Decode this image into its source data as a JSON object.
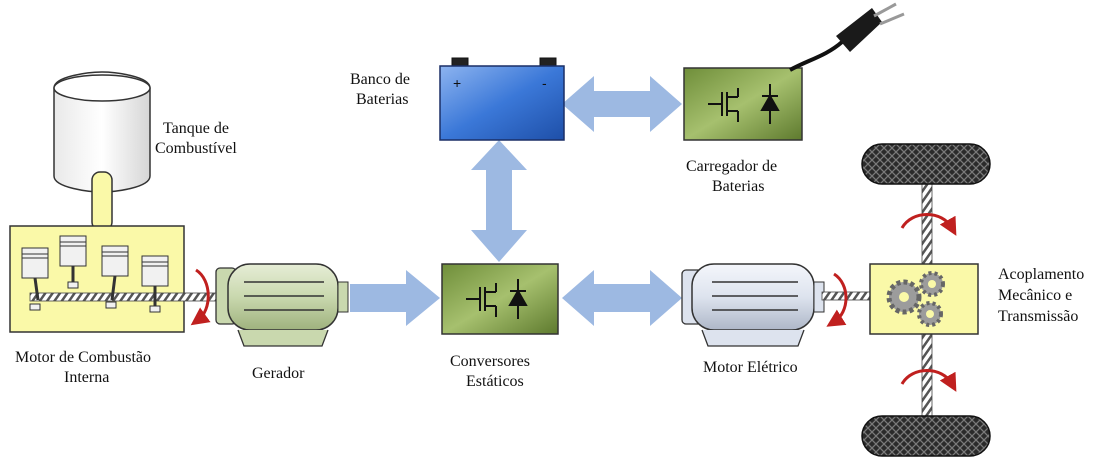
{
  "labels": {
    "tank": [
      "Tanque de",
      "Combustível"
    ],
    "ice": [
      "Motor de Combustão",
      "Interna"
    ],
    "generator": "Gerador",
    "battery": [
      "Banco de",
      "Baterias"
    ],
    "charger": [
      "Carregador de",
      "Baterias"
    ],
    "converters": [
      "Conversores",
      "Estáticos"
    ],
    "emotor": "Motor Elétrico",
    "coupling": [
      "Acoplamento",
      "Mecânico e",
      "Transmissão"
    ]
  },
  "battery_terminals": {
    "positive": "+",
    "negative": "-"
  },
  "icons": {
    "fuel_tank": "fuel-tank-icon",
    "ice": "combustion-engine-icon",
    "generator": "generator-icon",
    "battery": "battery-icon",
    "charger": "power-electronics-icon",
    "plug": "power-plug-icon",
    "converter": "power-electronics-icon",
    "emotor": "electric-motor-icon",
    "gears": "gears-icon",
    "wheel": "wheel-icon",
    "rotation": "rotation-arrow-icon"
  },
  "colors": {
    "arrow_blue": "#9DB9E2",
    "engine_yellow": "#FAF9A8",
    "converter_green": "#7E9B4A",
    "battery_blue": "#3B78D8",
    "rotation_red": "#C0201F",
    "tire_dark": "#2b2b2b"
  }
}
